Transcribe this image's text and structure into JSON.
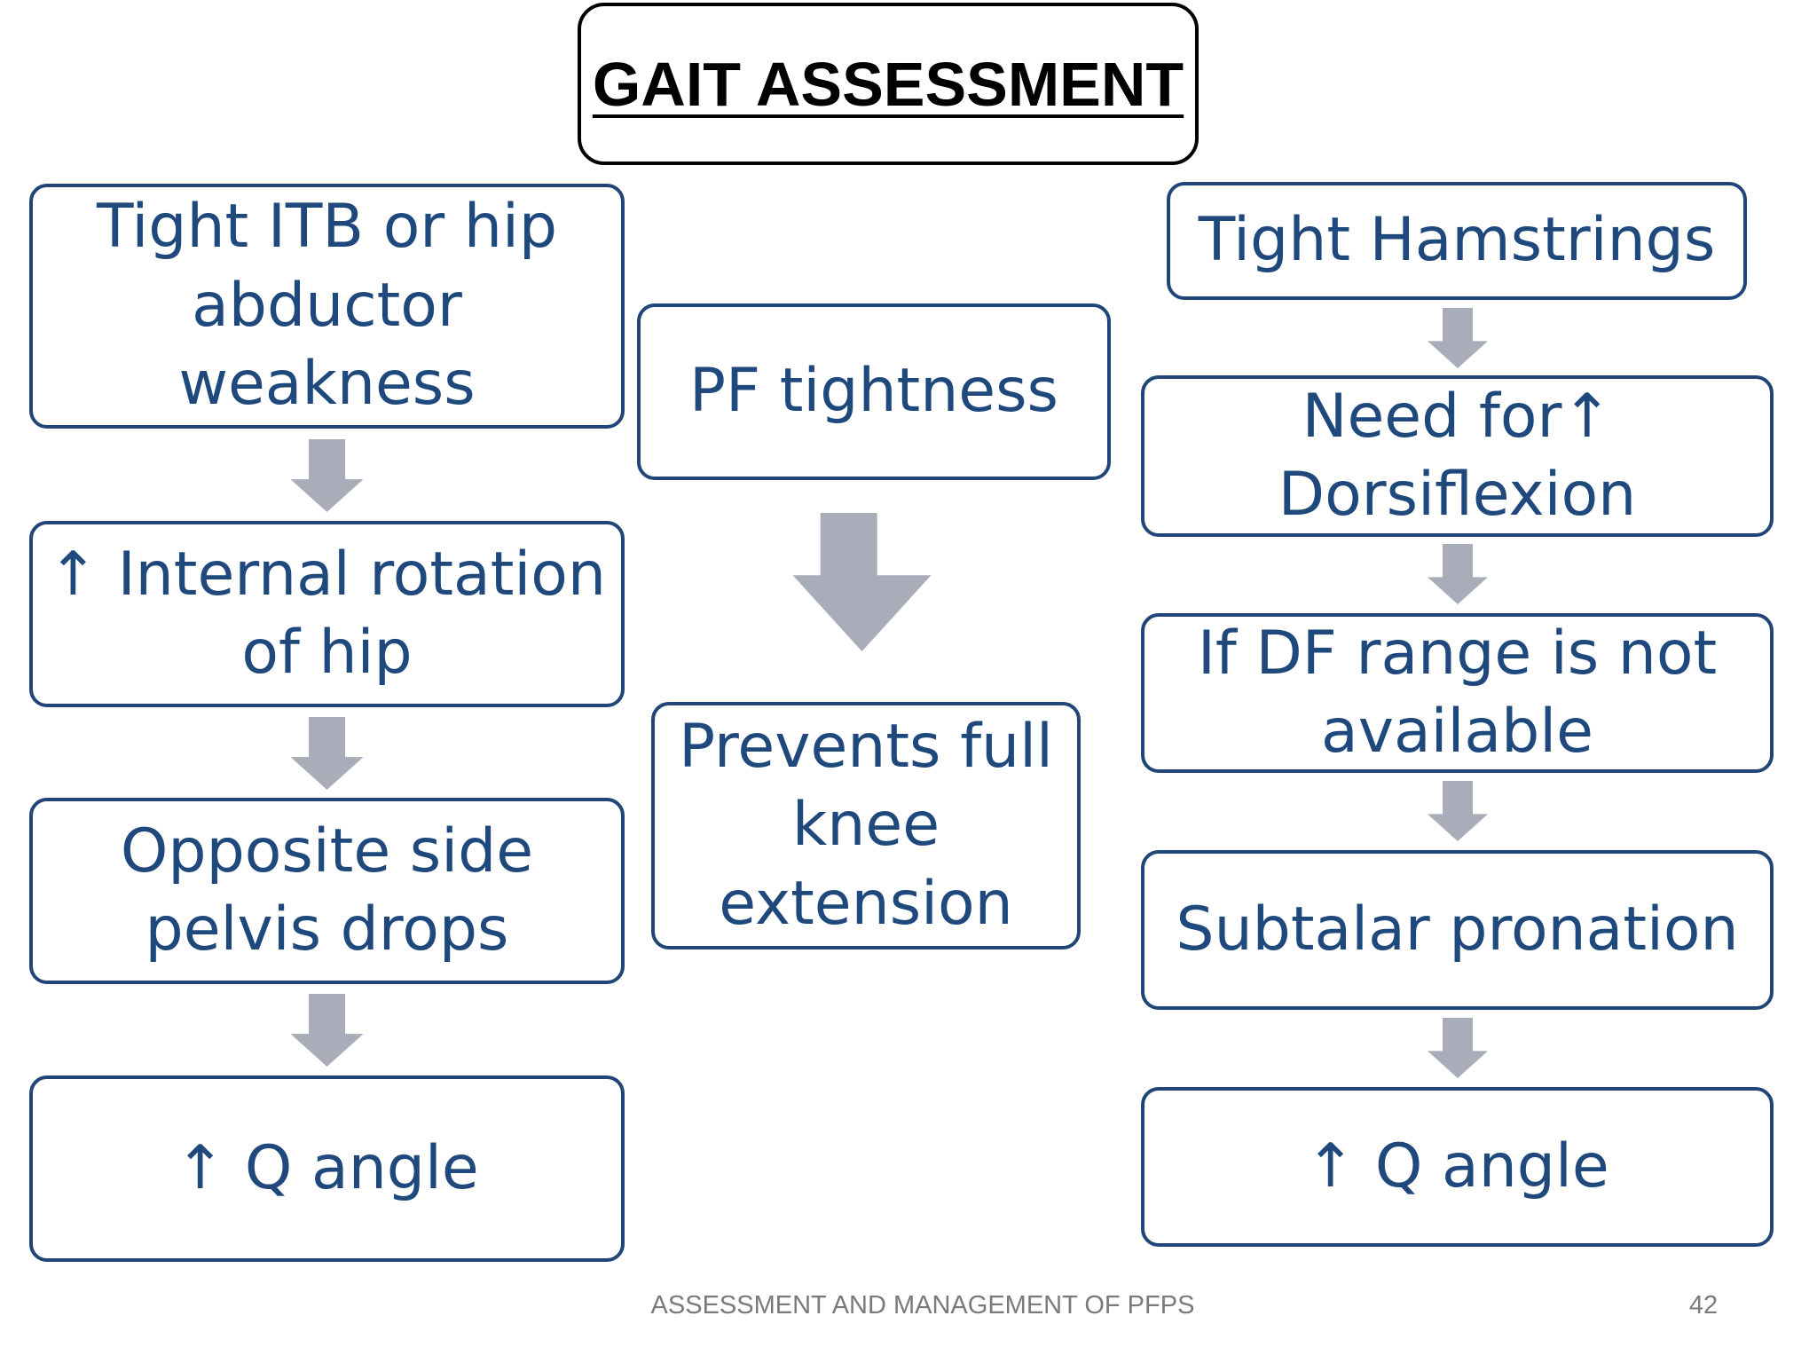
{
  "title": "GAIT ASSESSMENT",
  "colors": {
    "box_border": "#1f4677",
    "box_text": "#1f497d",
    "arrow_fill": "#a9adb9",
    "title_border": "#000000"
  },
  "left_column": [
    "Tight ITB or hip abductor weakness",
    "↑ Internal rotation of hip",
    "Opposite side pelvis drops",
    "↑ Q angle"
  ],
  "middle_column": [
    "PF tightness",
    "Prevents full knee extension"
  ],
  "right_column": [
    "Tight Hamstrings",
    "Need for↑ Dorsiflexion",
    "If DF range is not available",
    "Subtalar pronation",
    "↑ Q angle"
  ],
  "footer": {
    "text": "ASSESSMENT AND MANAGEMENT OF PFPS",
    "page_number": "42"
  }
}
